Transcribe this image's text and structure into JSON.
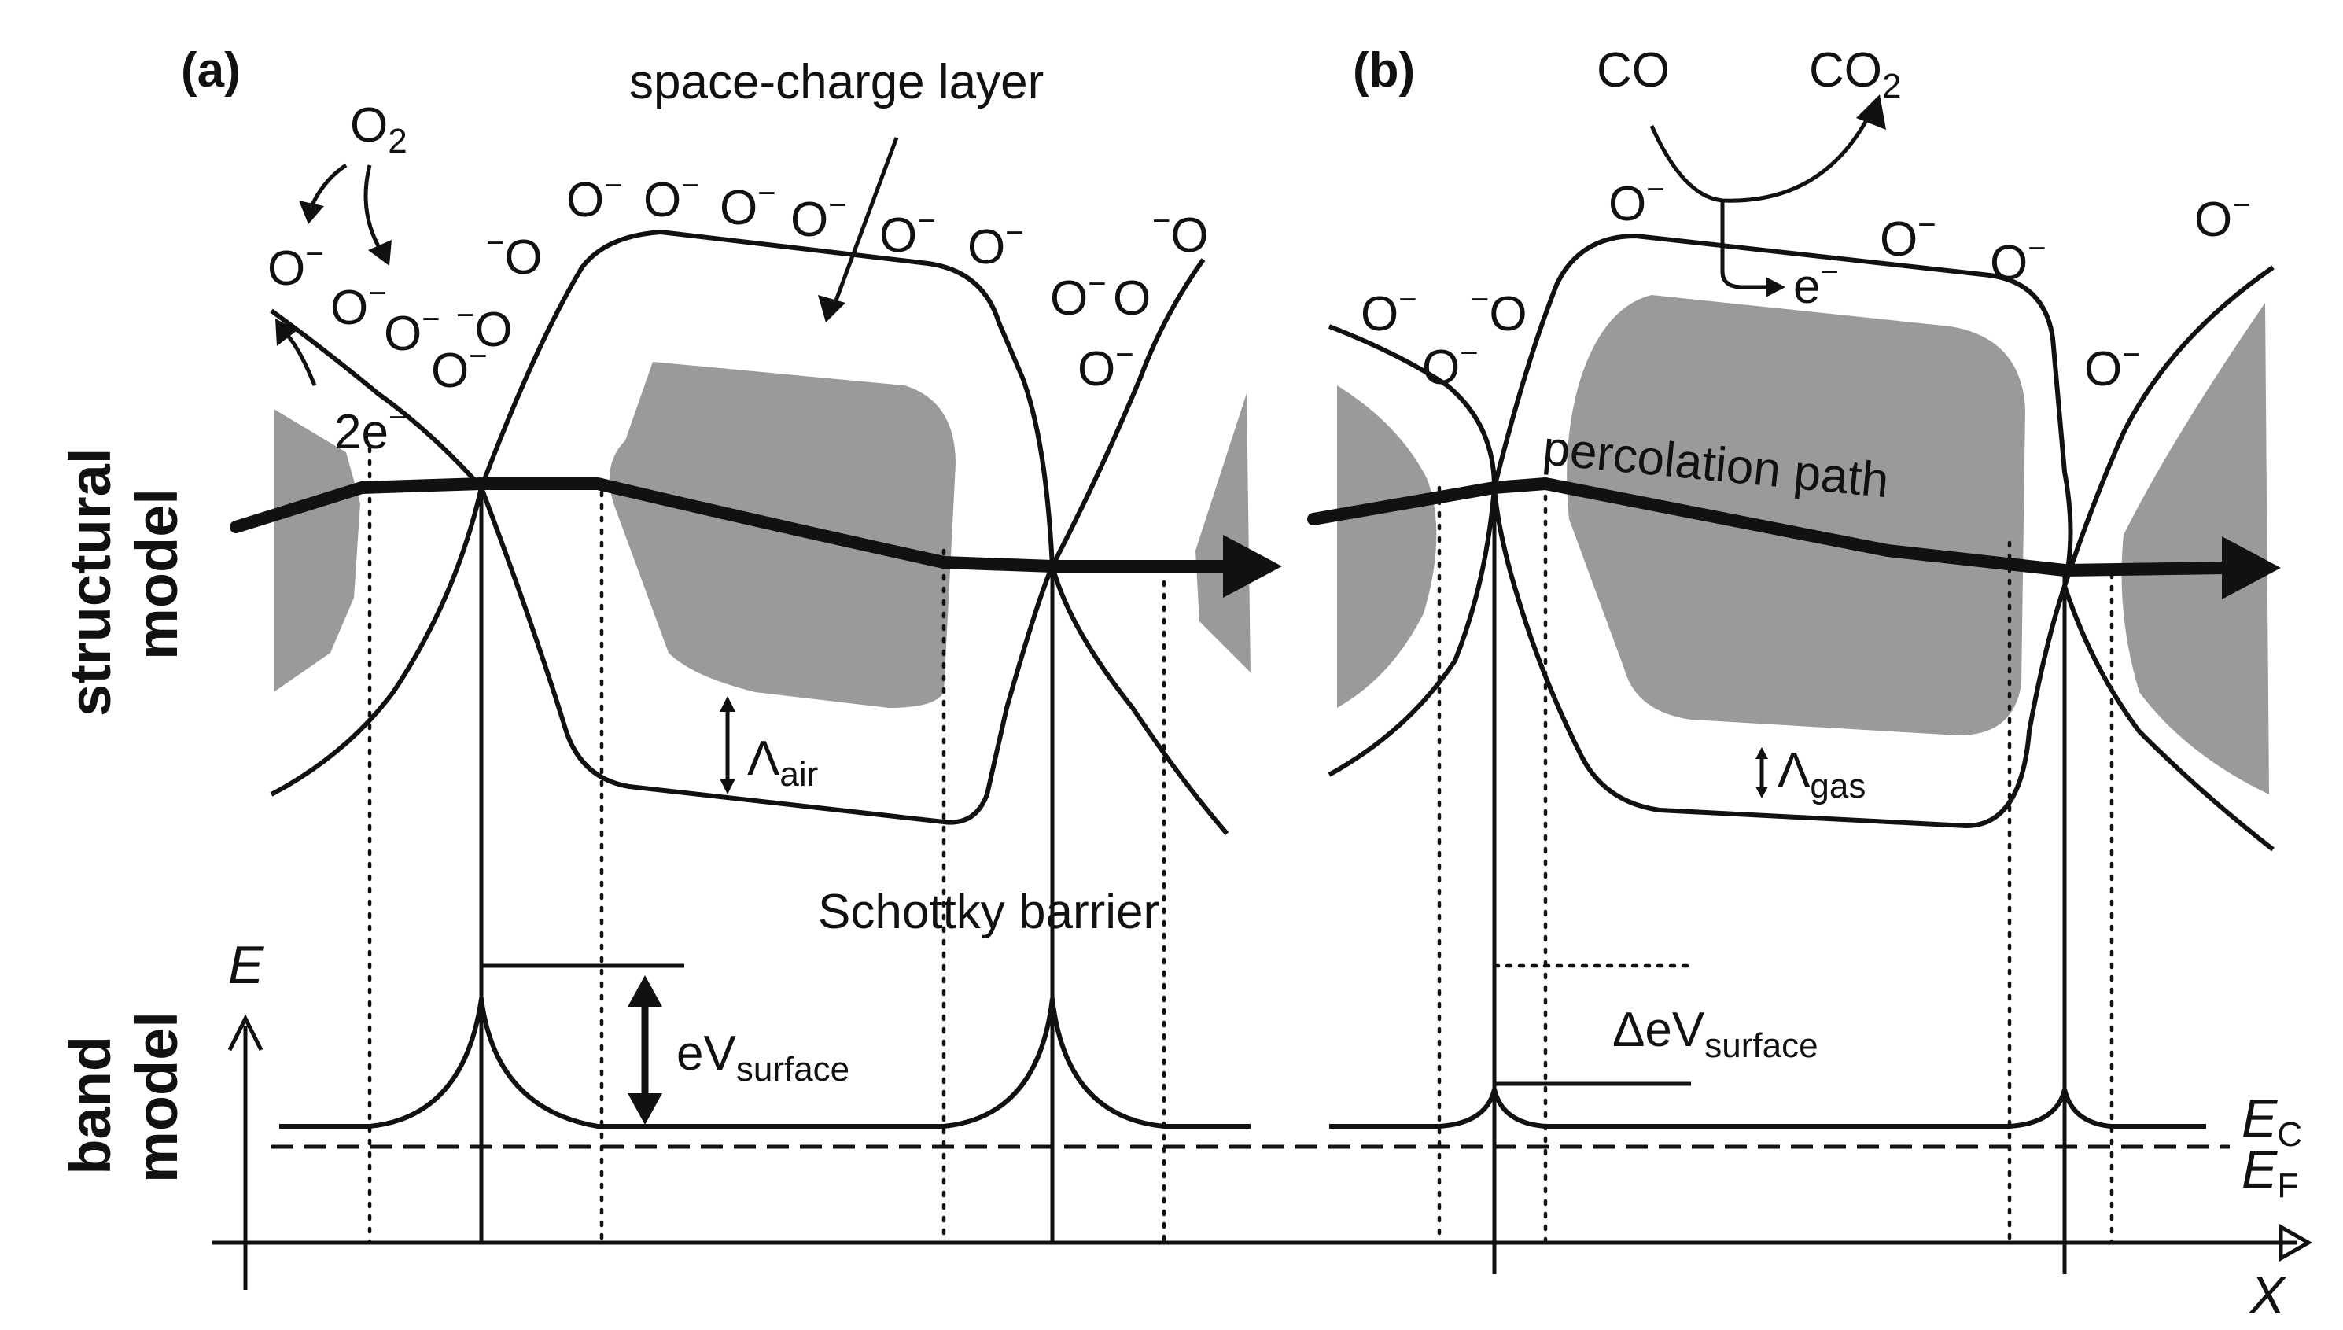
{
  "panels": {
    "a": {
      "label": "(a)",
      "o2": "O",
      "o2_sub": "2",
      "two_e": "2e",
      "two_e_sup": "−",
      "space_charge": "space-charge layer",
      "schottky": "Schottky barrier",
      "lambda": "Λ",
      "lambda_sub": "air",
      "ev": "eV",
      "ev_sub": "surface"
    },
    "b": {
      "label": "(b)",
      "co": "CO",
      "co2": "CO",
      "co2_sub": "2",
      "e_minus": "e",
      "e_minus_sup": "−",
      "percolation": "percolation path",
      "lambda": "Λ",
      "lambda_sub": "gas",
      "dev": "ΔeV",
      "dev_sub": "surface"
    }
  },
  "ion": {
    "base": "O",
    "charge": "−"
  },
  "side_labels": {
    "structural": [
      "structural",
      "model"
    ],
    "band": [
      "band",
      "model"
    ]
  },
  "axes": {
    "energy": "E",
    "position": "X",
    "ec": "E",
    "ec_sub": "C",
    "ef": "E",
    "ef_sub": "F"
  }
}
